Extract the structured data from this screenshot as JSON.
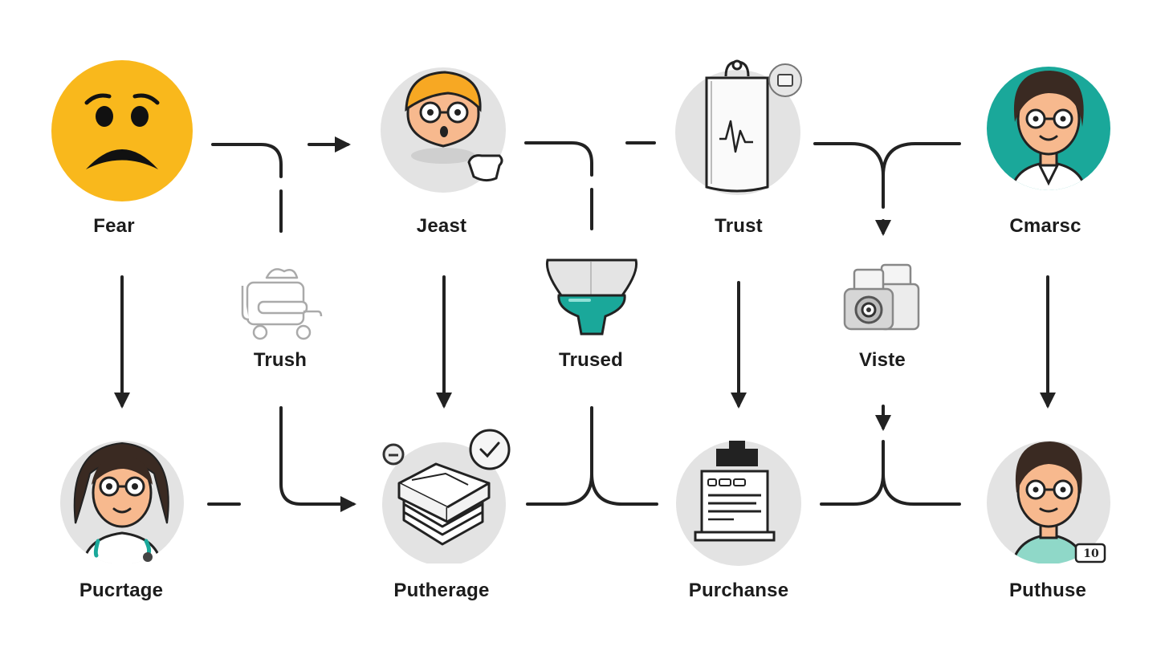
{
  "nodes": {
    "fear": {
      "label": "Fear"
    },
    "jeast": {
      "label": "Jeast"
    },
    "trust": {
      "label": "Trust"
    },
    "cmarsc": {
      "label": "Cmarsc"
    },
    "trush": {
      "label": "Trush"
    },
    "trused": {
      "label": "Trused"
    },
    "viste": {
      "label": "Viste"
    },
    "pucrtage": {
      "label": "Pucrtage"
    },
    "putherage": {
      "label": "Putherage"
    },
    "purchanse": {
      "label": "Purchanse"
    },
    "puthuse": {
      "label": "Puthuse",
      "badge": "10"
    }
  },
  "colors": {
    "emoji_yellow": "#F9B81C",
    "accent_teal": "#1AA89A",
    "circle_gray": "#E3E3E3",
    "stroke_dark": "#222222",
    "skin": "#F7B98E",
    "hair_blonde": "#F7A823",
    "hair_dark": "#3A2A22"
  },
  "icons": {
    "fear": "worried-face-icon",
    "jeast": "surprised-person-icon",
    "trust": "heartbeat-document-icon",
    "cmarsc": "doctor-avatar-icon",
    "trush": "delivery-cart-icon",
    "trused": "funnel-icon",
    "viste": "camera-boxes-icon",
    "pucrtage": "nurse-avatar-icon",
    "putherage": "stacked-boxes-icon",
    "purchanse": "receipt-printer-icon",
    "puthuse": "person-avatar-icon"
  }
}
